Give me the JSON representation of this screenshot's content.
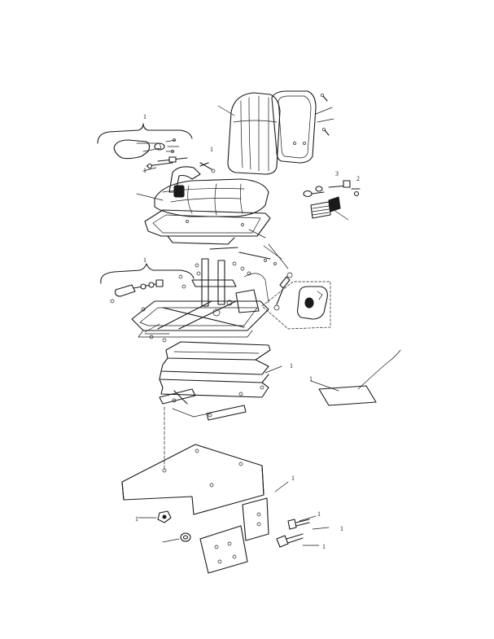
{
  "callouts": [
    {
      "id": "c1",
      "text": "1"
    },
    {
      "id": "c2",
      "text": "1"
    },
    {
      "id": "c3",
      "text": "1"
    },
    {
      "id": "c4",
      "text": "3"
    },
    {
      "id": "c5",
      "text": "2"
    },
    {
      "id": "c6",
      "text": "1"
    },
    {
      "id": "c7",
      "text": "1"
    },
    {
      "id": "c8",
      "text": "1"
    },
    {
      "id": "c9",
      "text": "1"
    },
    {
      "id": "c10",
      "text": "1"
    },
    {
      "id": "c11",
      "text": "1"
    },
    {
      "id": "c12",
      "text": "1"
    },
    {
      "id": "c13",
      "text": "1"
    }
  ]
}
